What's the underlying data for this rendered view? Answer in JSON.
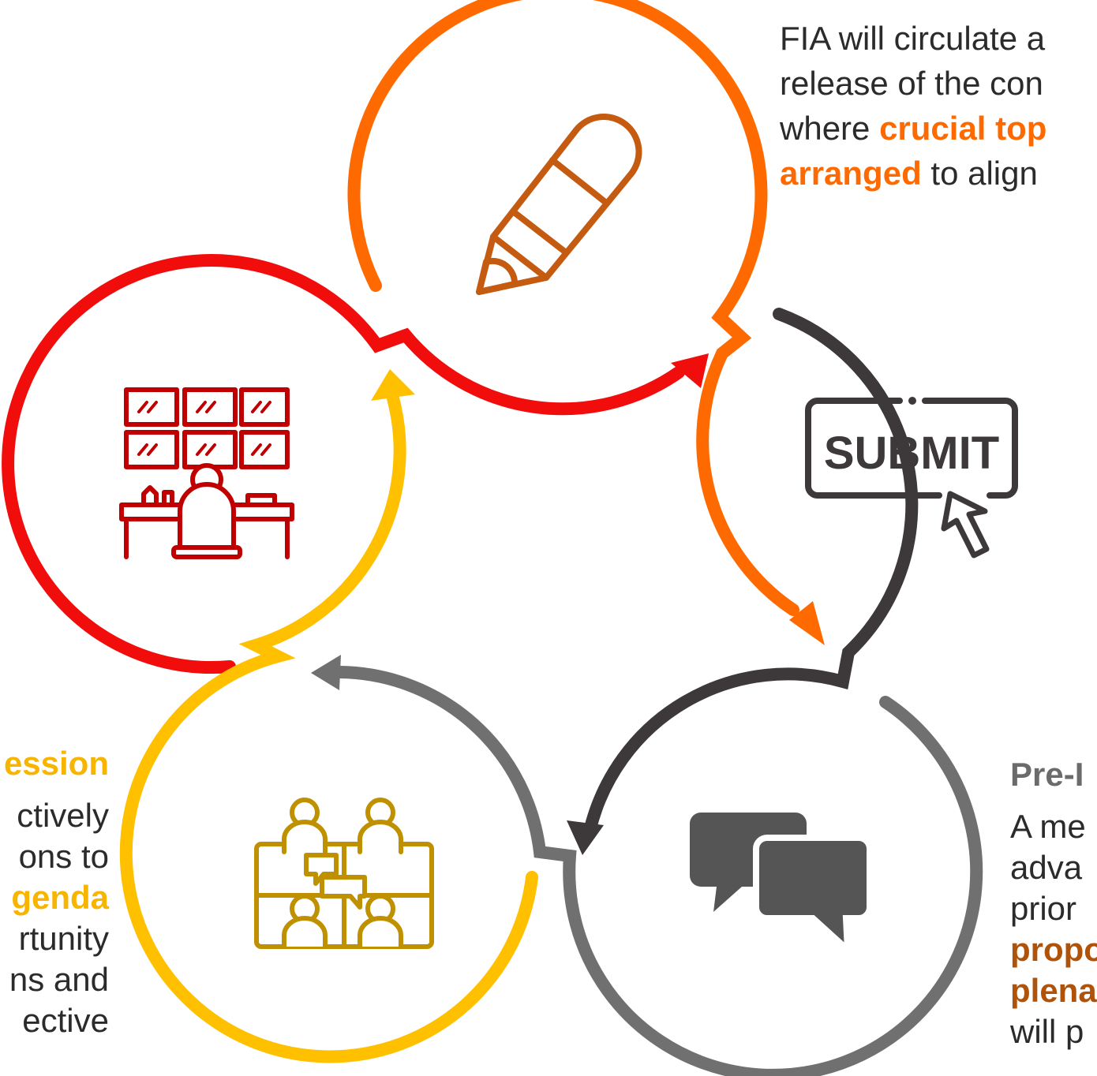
{
  "top_text": {
    "line1": "FIA will circulate a",
    "line2": "release of the con",
    "line3_pre": "where ",
    "line3_bold": "crucial top",
    "line4_bold": "arranged",
    "line4_post": " to align"
  },
  "left_text": {
    "heading": "ession",
    "line1": "ctively",
    "line2": "ons to",
    "line3_bold": "genda",
    "line4": "rtunity",
    "line5": "ns and",
    "line6": "ective"
  },
  "right_text": {
    "heading": "Pre-I",
    "line1": "A me",
    "line2": "adva",
    "line3": "prior",
    "line4_bold": "propo",
    "line5_bold": "plena",
    "line6": "will p"
  },
  "submit_label": "SUBMIT",
  "colors": {
    "red": "#f20d0d",
    "orange": "#ff6a00",
    "dark": "#3d393b",
    "grey": "#707070",
    "yellow": "#ffc000",
    "pencil": "#c55a11",
    "monitor": "#c00000",
    "meeting": "#bf9000",
    "chat": "#555555"
  },
  "icons": [
    "pencil-icon",
    "submit-button-icon",
    "chat-bubbles-icon",
    "video-meeting-icon",
    "control-room-icon"
  ]
}
